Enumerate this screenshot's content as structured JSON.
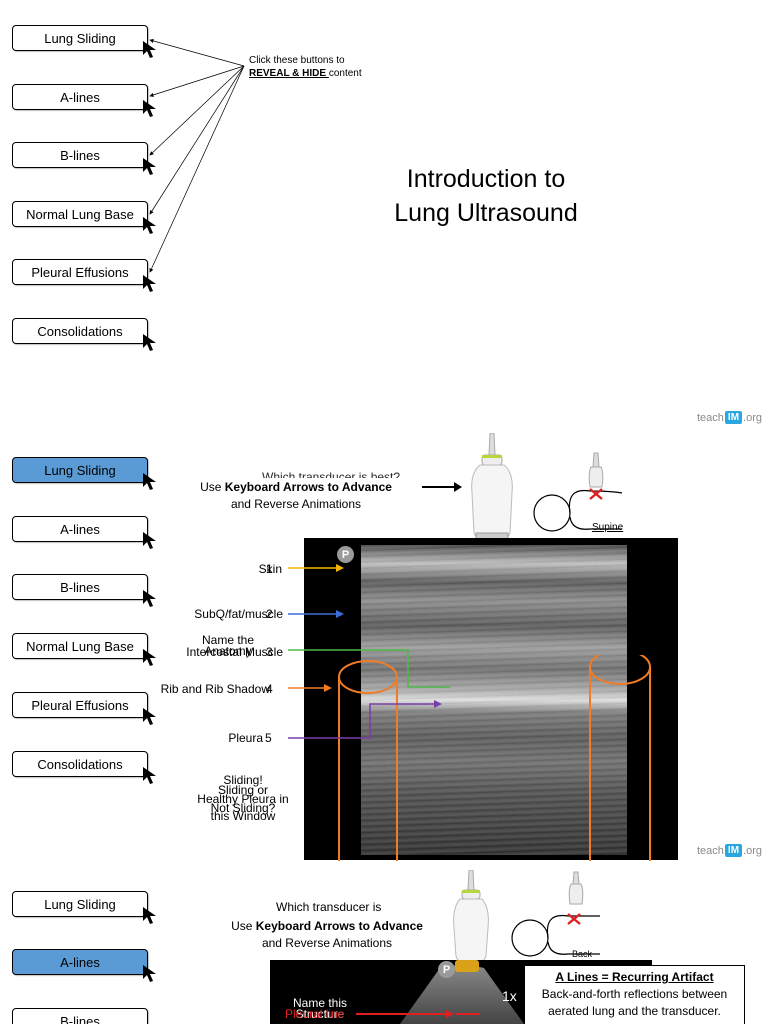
{
  "nav_labels": [
    "Lung Sliding",
    "A-lines",
    "B-lines",
    "Normal Lung Base",
    "Pleural Effusions",
    "Consolidations"
  ],
  "slide1": {
    "title_line1": "Introduction to",
    "title_line2": "Lung Ultrasound",
    "hint_line1": "Click these buttons to",
    "hint_emphasis": "REVEAL & HIDE ",
    "hint_rest": "content"
  },
  "watermark": {
    "pre": "teach",
    "brand": "IM",
    "post": ".org"
  },
  "slide2": {
    "active_nav": "Lung Sliding",
    "ghost_heading": "Which transducer is best?",
    "keyboard_pre": "Use ",
    "keyboard_bold": "Keyboard Arrows to Advance",
    "keyboard_line2": "and Reverse Animations",
    "position_label": "Supine",
    "p_badge": "P",
    "anatomy_labels": [
      "Skin",
      "SubQ/fat/muscle",
      "Intercostal Muscle",
      "Rib and Rib Shadow",
      "Pleura"
    ],
    "anatomy_numbers": [
      "1",
      "2",
      "3",
      "4",
      "5"
    ],
    "name_anatomy": "Name the Anatomy",
    "sliding_q1": "Sliding or",
    "sliding_q2": "Not Sliding?",
    "sliding_a1": "Sliding!",
    "sliding_a2": "Healthy Pleura in",
    "sliding_a3": "this Window",
    "arrow_colors": [
      "#f2b705",
      "#3a6fd8",
      "#4fb848",
      "#f07c26",
      "#7a3fa6"
    ]
  },
  "slide3": {
    "active_nav": "A-lines",
    "ghost_heading": "Which transducer is",
    "keyboard_pre": "Use ",
    "keyboard_bold": "Keyboard Arrows to Advance",
    "keyboard_line2": "and Reverse Animations",
    "position_label": "Back",
    "p_badge": "P",
    "depth_label": "1x",
    "name_structure": "Name this Structure",
    "pleural_line": "Pleural line",
    "box_heading": "A Lines = Recurring Artifact",
    "box_line1": "Back-and-forth reflections between",
    "box_line2": "aerated lung and the transducer."
  },
  "colors": {
    "active_button": "#5b9bd5",
    "cross": "#e02020",
    "rib_outline": "#f07c26",
    "pleural_line": "#e02020"
  }
}
